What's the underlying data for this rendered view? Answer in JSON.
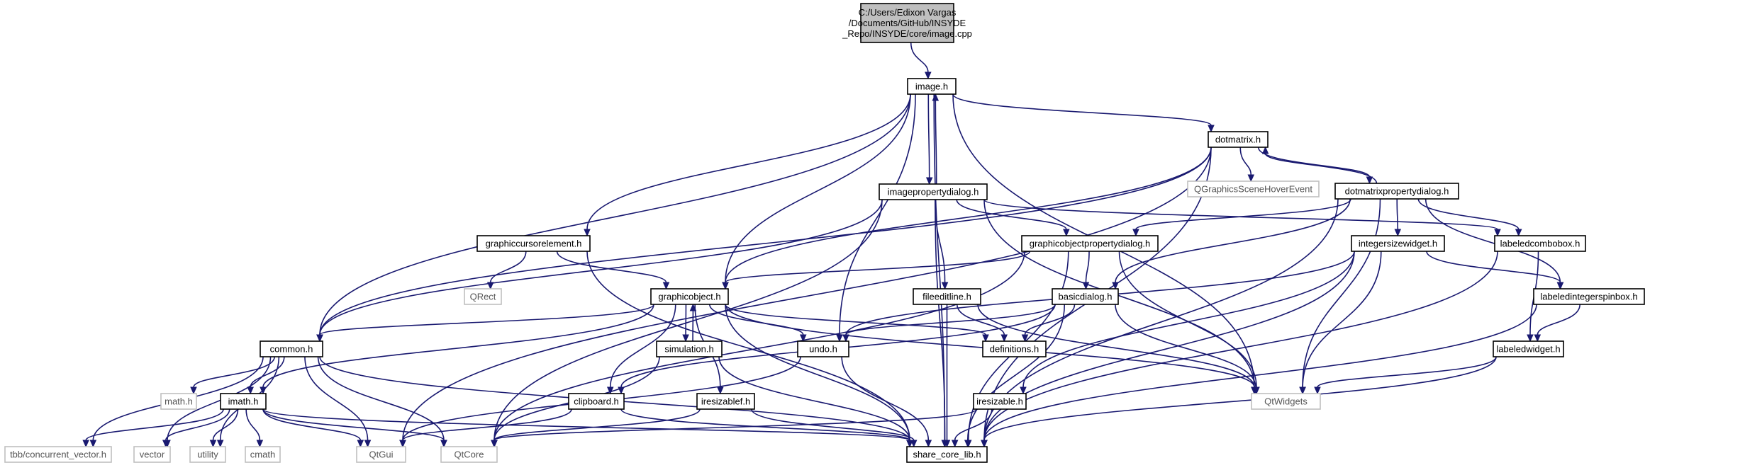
{
  "colors": {
    "edge": "#191970",
    "root_fill": "#bfbfbf",
    "root_border": "#000000",
    "node_fill": "#ffffff",
    "node_border": "#000000",
    "external_border": "#bfbfbf",
    "external_text": "#555555"
  },
  "nodes": [
    {
      "id": "root",
      "lines": [
        "C:/Users/Edixon Vargas",
        "/Documents/GitHub/INSYDE",
        "_Repo/INSYDE/core/image.cpp"
      ],
      "kind": "root"
    },
    {
      "id": "image_h",
      "lines": [
        "image.h"
      ],
      "kind": "header"
    },
    {
      "id": "dotmatrix_h",
      "lines": [
        "dotmatrix.h"
      ],
      "kind": "header"
    },
    {
      "id": "qgraphicsscenehoverevent",
      "lines": [
        "QGraphicsSceneHoverEvent"
      ],
      "kind": "external"
    },
    {
      "id": "dotmatrixpropertydialog_h",
      "lines": [
        "dotmatrixpropertydialog.h"
      ],
      "kind": "header"
    },
    {
      "id": "imagepropertydialog_h",
      "lines": [
        "imagepropertydialog.h"
      ],
      "kind": "header"
    },
    {
      "id": "graphiccursorelement_h",
      "lines": [
        "graphiccursorelement.h"
      ],
      "kind": "header"
    },
    {
      "id": "graphicobjectpropertydialog_h",
      "lines": [
        "graphicobjectpropertydialog.h"
      ],
      "kind": "header"
    },
    {
      "id": "integersizewidget_h",
      "lines": [
        "integersizewidget.h"
      ],
      "kind": "header"
    },
    {
      "id": "labeledcombobox_h",
      "lines": [
        "labeledcombobox.h"
      ],
      "kind": "header"
    },
    {
      "id": "qrect",
      "lines": [
        "QRect"
      ],
      "kind": "external"
    },
    {
      "id": "graphicobject_h",
      "lines": [
        "graphicobject.h"
      ],
      "kind": "header"
    },
    {
      "id": "fileeditline_h",
      "lines": [
        "fileeditline.h"
      ],
      "kind": "header"
    },
    {
      "id": "basicdialog_h",
      "lines": [
        "basicdialog.h"
      ],
      "kind": "header"
    },
    {
      "id": "labeledintegerspinbox_h",
      "lines": [
        "labeledintegerspinbox.h"
      ],
      "kind": "header"
    },
    {
      "id": "common_h",
      "lines": [
        "common.h"
      ],
      "kind": "header"
    },
    {
      "id": "simulation_h",
      "lines": [
        "simulation.h"
      ],
      "kind": "header"
    },
    {
      "id": "undo_h",
      "lines": [
        "undo.h"
      ],
      "kind": "header"
    },
    {
      "id": "definitions_h",
      "lines": [
        "definitions.h"
      ],
      "kind": "header"
    },
    {
      "id": "labeledwidget_h",
      "lines": [
        "labeledwidget.h"
      ],
      "kind": "header"
    },
    {
      "id": "math_h",
      "lines": [
        "math.h"
      ],
      "kind": "external"
    },
    {
      "id": "imath_h",
      "lines": [
        "imath.h"
      ],
      "kind": "header"
    },
    {
      "id": "clipboard_h",
      "lines": [
        "clipboard.h"
      ],
      "kind": "header"
    },
    {
      "id": "iresizablef_h",
      "lines": [
        "iresizablef.h"
      ],
      "kind": "header"
    },
    {
      "id": "qtwidgets",
      "lines": [
        "QtWidgets"
      ],
      "kind": "external"
    },
    {
      "id": "iresizable_h",
      "lines": [
        "iresizable.h"
      ],
      "kind": "header"
    },
    {
      "id": "tbb_concurrent_vector_h",
      "lines": [
        "tbb/concurrent_vector.h"
      ],
      "kind": "external"
    },
    {
      "id": "vector",
      "lines": [
        "vector"
      ],
      "kind": "external"
    },
    {
      "id": "utility",
      "lines": [
        "utility"
      ],
      "kind": "external"
    },
    {
      "id": "cmath",
      "lines": [
        "cmath"
      ],
      "kind": "external"
    },
    {
      "id": "qtgui",
      "lines": [
        "QtGui"
      ],
      "kind": "external"
    },
    {
      "id": "qtcore",
      "lines": [
        "QtCore"
      ],
      "kind": "external"
    },
    {
      "id": "share_core_lib_h",
      "lines": [
        "share_core_lib.h"
      ],
      "kind": "header"
    }
  ],
  "edges": [
    [
      "root",
      "image_h"
    ],
    [
      "image_h",
      "dotmatrix_h"
    ],
    [
      "image_h",
      "imagepropertydialog_h"
    ],
    [
      "image_h",
      "graphiccursorelement_h"
    ],
    [
      "image_h",
      "graphicobject_h"
    ],
    [
      "image_h",
      "common_h"
    ],
    [
      "image_h",
      "undo_h"
    ],
    [
      "image_h",
      "qtwidgets"
    ],
    [
      "image_h",
      "share_core_lib_h"
    ],
    [
      "imagepropertydialog_h",
      "image_h"
    ],
    [
      "imagepropertydialog_h",
      "graphicobjectpropertydialog_h"
    ],
    [
      "imagepropertydialog_h",
      "labeledcombobox_h"
    ],
    [
      "imagepropertydialog_h",
      "fileeditline_h"
    ],
    [
      "imagepropertydialog_h",
      "common_h"
    ],
    [
      "imagepropertydialog_h",
      "qtcore"
    ],
    [
      "imagepropertydialog_h",
      "qtwidgets"
    ],
    [
      "imagepropertydialog_h",
      "share_core_lib_h"
    ],
    [
      "dotmatrix_h",
      "qgraphicsscenehoverevent"
    ],
    [
      "dotmatrix_h",
      "dotmatrixpropertydialog_h"
    ],
    [
      "dotmatrix_h",
      "graphicobject_h"
    ],
    [
      "dotmatrix_h",
      "common_h"
    ],
    [
      "dotmatrix_h",
      "qtgui"
    ],
    [
      "dotmatrix_h",
      "share_core_lib_h"
    ],
    [
      "dotmatrixpropertydialog_h",
      "dotmatrix_h"
    ],
    [
      "dotmatrixpropertydialog_h",
      "graphicobjectpropertydialog_h"
    ],
    [
      "dotmatrixpropertydialog_h",
      "integersizewidget_h"
    ],
    [
      "dotmatrixpropertydialog_h",
      "labeledcombobox_h"
    ],
    [
      "dotmatrixpropertydialog_h",
      "labeledintegerspinbox_h"
    ],
    [
      "dotmatrixpropertydialog_h",
      "basicdialog_h"
    ],
    [
      "dotmatrixpropertydialog_h",
      "qtwidgets"
    ],
    [
      "dotmatrixpropertydialog_h",
      "share_core_lib_h"
    ],
    [
      "graphiccursorelement_h",
      "qrect"
    ],
    [
      "graphiccursorelement_h",
      "graphicobject_h"
    ],
    [
      "graphiccursorelement_h",
      "share_core_lib_h"
    ],
    [
      "graphicobjectpropertydialog_h",
      "graphicobject_h"
    ],
    [
      "graphicobjectpropertydialog_h",
      "basicdialog_h"
    ],
    [
      "graphicobjectpropertydialog_h",
      "qtcore"
    ],
    [
      "graphicobjectpropertydialog_h",
      "qtwidgets"
    ],
    [
      "graphicobjectpropertydialog_h",
      "share_core_lib_h"
    ],
    [
      "integersizewidget_h",
      "labeledintegerspinbox_h"
    ],
    [
      "integersizewidget_h",
      "iresizable_h"
    ],
    [
      "integersizewidget_h",
      "undo_h"
    ],
    [
      "integersizewidget_h",
      "qtwidgets"
    ],
    [
      "integersizewidget_h",
      "share_core_lib_h"
    ],
    [
      "labeledcombobox_h",
      "labeledwidget_h"
    ],
    [
      "labeledcombobox_h",
      "share_core_lib_h"
    ],
    [
      "labeledintegerspinbox_h",
      "labeledwidget_h"
    ],
    [
      "labeledintegerspinbox_h",
      "share_core_lib_h"
    ],
    [
      "labeledwidget_h",
      "qtwidgets"
    ],
    [
      "labeledwidget_h",
      "share_core_lib_h"
    ],
    [
      "graphicobject_h",
      "common_h"
    ],
    [
      "graphicobject_h",
      "simulation_h"
    ],
    [
      "graphicobject_h",
      "undo_h"
    ],
    [
      "graphicobject_h",
      "definitions_h"
    ],
    [
      "graphicobject_h",
      "imath_h"
    ],
    [
      "graphicobject_h",
      "clipboard_h"
    ],
    [
      "graphicobject_h",
      "iresizablef_h"
    ],
    [
      "graphicobject_h",
      "qtwidgets"
    ],
    [
      "graphicobject_h",
      "share_core_lib_h"
    ],
    [
      "simulation_h",
      "graphicobject_h"
    ],
    [
      "simulation_h",
      "qtcore"
    ],
    [
      "simulation_h",
      "share_core_lib_h"
    ],
    [
      "fileeditline_h",
      "definitions_h"
    ],
    [
      "fileeditline_h",
      "qtwidgets"
    ],
    [
      "fileeditline_h",
      "share_core_lib_h"
    ],
    [
      "basicdialog_h",
      "definitions_h"
    ],
    [
      "basicdialog_h",
      "undo_h"
    ],
    [
      "basicdialog_h",
      "clipboard_h"
    ],
    [
      "basicdialog_h",
      "qtwidgets"
    ],
    [
      "basicdialog_h",
      "share_core_lib_h"
    ],
    [
      "undo_h",
      "qtgui"
    ],
    [
      "undo_h",
      "share_core_lib_h"
    ],
    [
      "clipboard_h",
      "qtgui"
    ],
    [
      "clipboard_h",
      "share_core_lib_h"
    ],
    [
      "iresizablef_h",
      "qtcore"
    ],
    [
      "iresizablef_h",
      "share_core_lib_h"
    ],
    [
      "iresizable_h",
      "qtcore"
    ],
    [
      "iresizable_h",
      "share_core_lib_h"
    ],
    [
      "common_h",
      "math_h"
    ],
    [
      "common_h",
      "imath_h"
    ],
    [
      "common_h",
      "tbb_concurrent_vector_h"
    ],
    [
      "common_h",
      "vector"
    ],
    [
      "common_h",
      "utility"
    ],
    [
      "common_h",
      "qtgui"
    ],
    [
      "common_h",
      "qtcore"
    ],
    [
      "common_h",
      "share_core_lib_h"
    ],
    [
      "imath_h",
      "tbb_concurrent_vector_h"
    ],
    [
      "imath_h",
      "vector"
    ],
    [
      "imath_h",
      "utility"
    ],
    [
      "imath_h",
      "cmath"
    ],
    [
      "imath_h",
      "qtgui"
    ],
    [
      "imath_h",
      "qtcore"
    ],
    [
      "imath_h",
      "share_core_lib_h"
    ]
  ]
}
